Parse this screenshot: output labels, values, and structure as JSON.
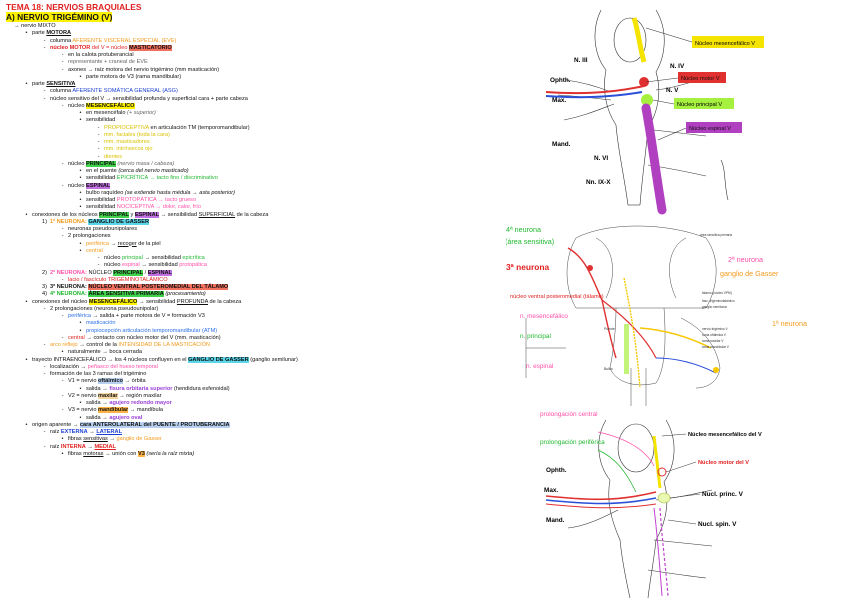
{
  "doc": {
    "title": "TEMA 18: NERVIOS BRAQUIALES",
    "heading": "A) NERVIO TRIGÉMINO (V)",
    "lines": [
      {
        "indent": 0,
        "bullet": "",
        "parts": [
          {
            "t": "→ nervio MIXTO"
          }
        ]
      },
      {
        "indent": 1,
        "bullet": "•",
        "parts": [
          {
            "t": "parte "
          },
          {
            "t": "MOTORA",
            "c": "b u"
          }
        ]
      },
      {
        "indent": 2,
        "bullet": "-",
        "parts": [
          {
            "t": "columna "
          },
          {
            "t": "AFERENTE VISCERAL ESPECIAL (EVE)",
            "c": "or"
          }
        ]
      },
      {
        "indent": 2,
        "bullet": "-",
        "parts": [
          {
            "t": "núcleo ",
            "c": "rd b"
          },
          {
            "t": "MOTOR",
            "c": "rd b"
          },
          {
            "t": " del V = ",
            "c": "rd"
          },
          {
            "t": "núcleo ",
            "c": "rd"
          },
          {
            "t": "MASTICATORIO",
            "c": "hr b"
          }
        ]
      },
      {
        "indent": 3,
        "bullet": "-",
        "parts": [
          {
            "t": "en la calota protuberancial"
          }
        ]
      },
      {
        "indent": 3,
        "bullet": "-",
        "parts": [
          {
            "t": "representante + craneal de EVE",
            "c": "gy"
          }
        ]
      },
      {
        "indent": 3,
        "bullet": "-",
        "parts": [
          {
            "t": "axones → raíz motora del nervio trigémino (mm masticación)"
          }
        ]
      },
      {
        "indent": 4,
        "bullet": "•",
        "parts": [
          {
            "t": "parte motora de V3 (rama mandibular)"
          }
        ]
      },
      {
        "indent": 1,
        "bullet": "•",
        "parts": [
          {
            "t": "parte "
          },
          {
            "t": "SENSITIVA",
            "c": "b u"
          }
        ]
      },
      {
        "indent": 2,
        "bullet": "-",
        "parts": [
          {
            "t": "columna "
          },
          {
            "t": "AFERENTE SOMÁTICA GENERAL (ASG)",
            "c": "bl"
          }
        ]
      },
      {
        "indent": 2,
        "bullet": "-",
        "parts": [
          {
            "t": "núcleo sensitivo del V → sensibilidad profunda y superficial cara + parte cabeza"
          }
        ]
      },
      {
        "indent": 3,
        "bullet": "-",
        "parts": [
          {
            "t": "núcleo "
          },
          {
            "t": "MESENCEFÁLICO",
            "c": "hy b"
          }
        ]
      },
      {
        "indent": 4,
        "bullet": "•",
        "parts": [
          {
            "t": "en mesencéfalo "
          },
          {
            "t": "(+ superior)",
            "c": "gy i"
          }
        ]
      },
      {
        "indent": 4,
        "bullet": "•",
        "parts": [
          {
            "t": "sensibilidad"
          }
        ]
      },
      {
        "indent": 5,
        "bullet": "-",
        "parts": [
          {
            "t": "PROPIOCEPTIVA",
            "c": "yl"
          },
          {
            "t": " en articulación TM (temporomandibular)"
          }
        ]
      },
      {
        "indent": 5,
        "bullet": "-",
        "parts": [
          {
            "t": "mm. faciales (toda la cara)",
            "c": "yl"
          }
        ]
      },
      {
        "indent": 5,
        "bullet": "-",
        "parts": [
          {
            "t": "mm. masticadores",
            "c": "yl"
          }
        ]
      },
      {
        "indent": 5,
        "bullet": "-",
        "parts": [
          {
            "t": "mm. intrínsecos ojo",
            "c": "yl"
          }
        ]
      },
      {
        "indent": 5,
        "bullet": "-",
        "parts": [
          {
            "t": "dientes",
            "c": "yl"
          }
        ]
      },
      {
        "indent": 3,
        "bullet": "-",
        "parts": [
          {
            "t": "núcleo "
          },
          {
            "t": "PRINCIPAL",
            "c": "hg b"
          },
          {
            "t": " (nervio masa / cabeza)",
            "c": "gy i"
          }
        ]
      },
      {
        "indent": 4,
        "bullet": "•",
        "parts": [
          {
            "t": "en el puente "
          },
          {
            "t": "(cerca del nervio masticado)",
            "c": "i"
          }
        ]
      },
      {
        "indent": 4,
        "bullet": "•",
        "parts": [
          {
            "t": "sensibilidad "
          },
          {
            "t": "EPICRÍTICA → tacto fino / discriminativo",
            "c": "gr"
          }
        ]
      },
      {
        "indent": 3,
        "bullet": "-",
        "parts": [
          {
            "t": "núcleo "
          },
          {
            "t": "ESPINAL",
            "c": "hp b"
          }
        ]
      },
      {
        "indent": 4,
        "bullet": "•",
        "parts": [
          {
            "t": "bulbo raquídeo "
          },
          {
            "t": "(se extiende hasta médula → asta posterior)",
            "c": "i"
          }
        ]
      },
      {
        "indent": 4,
        "bullet": "•",
        "parts": [
          {
            "t": "sensibilidad "
          },
          {
            "t": "PROTOPÁTICA → tacto grueso",
            "c": "pk"
          }
        ]
      },
      {
        "indent": 4,
        "bullet": "•",
        "parts": [
          {
            "t": "sensibilidad "
          },
          {
            "t": "NOCICEPTIVA → dolor, calor, frío",
            "c": "pk"
          }
        ]
      },
      {
        "indent": 1,
        "bullet": "•",
        "parts": [
          {
            "t": "conexiones de los núcleos "
          },
          {
            "t": "PRINCIPAL",
            "c": "hg b"
          },
          {
            "t": " y "
          },
          {
            "t": "ESPINAL",
            "c": "hp b"
          },
          {
            "t": " → sensibilidad "
          },
          {
            "t": "SUPERFICIAL",
            "c": "u"
          },
          {
            "t": " de la cabeza"
          }
        ]
      },
      {
        "indent": 2,
        "bullet": "1)",
        "parts": [
          {
            "t": "1ª NEURONA: ",
            "c": "or b"
          },
          {
            "t": "GANGLIO DE GASSER",
            "c": "hc b"
          }
        ]
      },
      {
        "indent": 3,
        "bullet": "-",
        "parts": [
          {
            "t": "neuronas pseudounipolares"
          }
        ]
      },
      {
        "indent": 3,
        "bullet": "-",
        "parts": [
          {
            "t": "2 prolongaciones"
          }
        ]
      },
      {
        "indent": 4,
        "bullet": "•",
        "parts": [
          {
            "t": "periférica",
            "c": "or"
          },
          {
            "t": " → "
          },
          {
            "t": "recoger",
            "c": "u"
          },
          {
            "t": " de la piel"
          }
        ]
      },
      {
        "indent": 4,
        "bullet": "•",
        "parts": [
          {
            "t": "central",
            "c": "or"
          }
        ]
      },
      {
        "indent": 5,
        "bullet": "-",
        "parts": [
          {
            "t": "núcleo "
          },
          {
            "t": "principal",
            "c": "gr"
          },
          {
            "t": " → sensibilidad "
          },
          {
            "t": "epicrítica",
            "c": "gr"
          }
        ]
      },
      {
        "indent": 5,
        "bullet": "-",
        "parts": [
          {
            "t": "núcleo "
          },
          {
            "t": "espinal",
            "c": "pk"
          },
          {
            "t": " → sensibilidad "
          },
          {
            "t": "protopática",
            "c": "pk"
          }
        ]
      },
      {
        "indent": 2,
        "bullet": "2)",
        "parts": [
          {
            "t": "2ª NEURONA: ",
            "c": "pk b"
          },
          {
            "t": "NÚCLEO "
          },
          {
            "t": "PRINCIPAL",
            "c": "hg b"
          },
          {
            "t": " / "
          },
          {
            "t": "ESPINAL",
            "c": "hp b"
          }
        ]
      },
      {
        "indent": 3,
        "bullet": "-",
        "parts": [
          {
            "t": "lacio / fascículo TRIGÉMINOTALÁMICO",
            "c": "rd"
          }
        ]
      },
      {
        "indent": 2,
        "bullet": "3)",
        "parts": [
          {
            "t": "3ª NEURONA: ",
            "c": "b"
          },
          {
            "t": "NÚCLEO VENTRAL POSTEROMEDIAL DEL TÁLAMO",
            "c": "hr b"
          }
        ]
      },
      {
        "indent": 2,
        "bullet": "4)",
        "parts": [
          {
            "t": "4ª NEURONA: ",
            "c": "gr b"
          },
          {
            "t": "ÁREA SENSITIVA PRIMARIA",
            "c": "hg b"
          },
          {
            "t": " (procesamiento)",
            "c": "i"
          }
        ]
      },
      {
        "indent": 1,
        "bullet": "•",
        "parts": [
          {
            "t": "conexiones del núcleo "
          },
          {
            "t": "MESENCEFÁLICO",
            "c": "hy b"
          },
          {
            "t": " → sensibilidad "
          },
          {
            "t": "PROFUNDA",
            "c": "u"
          },
          {
            "t": " de la cabeza"
          }
        ]
      },
      {
        "indent": 2,
        "bullet": "-",
        "parts": [
          {
            "t": "2 prolongaciones (neurona pseudounipolar)"
          }
        ]
      },
      {
        "indent": 3,
        "bullet": "-",
        "parts": [
          {
            "t": "periférica",
            "c": "bl2"
          },
          {
            "t": " → salida + parte motora de V = formación V3"
          }
        ]
      },
      {
        "indent": 4,
        "bullet": "•",
        "parts": [
          {
            "t": "masticación",
            "c": "bl2"
          }
        ]
      },
      {
        "indent": 4,
        "bullet": "•",
        "parts": [
          {
            "t": "propiocepción articulación temporomandibular (ATM)",
            "c": "bl2"
          }
        ]
      },
      {
        "indent": 3,
        "bullet": "-",
        "parts": [
          {
            "t": "central",
            "c": "rd"
          },
          {
            "t": " → contacto con núcleo motor del V (mm. masticación)"
          }
        ]
      },
      {
        "indent": 2,
        "bullet": "-",
        "parts": [
          {
            "t": "arco reflejo",
            "c": "or"
          },
          {
            "t": " → control de la "
          },
          {
            "t": "INTENSIDAD DE LA MASTICACIÓN",
            "c": "or"
          }
        ]
      },
      {
        "indent": 3,
        "bullet": "•",
        "parts": [
          {
            "t": "naturalmente → boca cerrada"
          }
        ]
      },
      {
        "indent": 1,
        "bullet": "•",
        "parts": [
          {
            "t": "trayecto INTRAENCEFÁLICO → los 4 núcleos confluyen en el "
          },
          {
            "t": "GANGLIO DE GASSER",
            "c": "hc b"
          },
          {
            "t": " (ganglio semilunar)"
          }
        ]
      },
      {
        "indent": 2,
        "bullet": "-",
        "parts": [
          {
            "t": "localización → "
          },
          {
            "t": "peñasco del hueso temporal",
            "c": "pk"
          }
        ]
      },
      {
        "indent": 2,
        "bullet": "-",
        "parts": [
          {
            "t": "formación de las 3 ramas del trigémino"
          }
        ]
      },
      {
        "indent": 3,
        "bullet": "-",
        "parts": [
          {
            "t": "V1 = nervio "
          },
          {
            "t": "oftálmico",
            "c": "hb b"
          },
          {
            "t": " → órbita"
          }
        ]
      },
      {
        "indent": 4,
        "bullet": "•",
        "parts": [
          {
            "t": "salida → "
          },
          {
            "t": "fisura orbitaria superior",
            "c": "pu b"
          },
          {
            "t": " (hendidura esfenoidal)"
          }
        ]
      },
      {
        "indent": 3,
        "bullet": "-",
        "parts": [
          {
            "t": "V2 = nervio "
          },
          {
            "t": "maxilar",
            "c": "ha b"
          },
          {
            "t": " → región maxilar"
          }
        ]
      },
      {
        "indent": 4,
        "bullet": "•",
        "parts": [
          {
            "t": "salida → "
          },
          {
            "t": "agujero redondo mayor",
            "c": "pu b"
          }
        ]
      },
      {
        "indent": 3,
        "bullet": "-",
        "parts": [
          {
            "t": "V3 = nervio "
          },
          {
            "t": "mandibular",
            "c": "ho b"
          },
          {
            "t": " → mandíbula"
          }
        ]
      },
      {
        "indent": 4,
        "bullet": "•",
        "parts": [
          {
            "t": "salida → "
          },
          {
            "t": "agujero oval",
            "c": "pu b"
          }
        ]
      },
      {
        "indent": 1,
        "bullet": "•",
        "parts": [
          {
            "t": "origen aparente → "
          },
          {
            "t": "cara ANTEROLATERAL del PUENTE / PROTUBERANCIA",
            "c": "hb b"
          }
        ]
      },
      {
        "indent": 2,
        "bullet": "-",
        "parts": [
          {
            "t": "raíz "
          },
          {
            "t": "EXTERNA",
            "c": "bl b"
          },
          {
            "t": " → "
          },
          {
            "t": "LATERAL",
            "c": "bl b u"
          }
        ]
      },
      {
        "indent": 3,
        "bullet": "•",
        "parts": [
          {
            "t": "fibras "
          },
          {
            "t": "sensitivas",
            "c": "u"
          },
          {
            "t": " → "
          },
          {
            "t": "ganglio de Gasser",
            "c": "or"
          }
        ]
      },
      {
        "indent": 2,
        "bullet": "-",
        "parts": [
          {
            "t": "raíz "
          },
          {
            "t": "INTERNA",
            "c": "rd b"
          },
          {
            "t": " → "
          },
          {
            "t": "MEDIAL",
            "c": "rd b u"
          }
        ]
      },
      {
        "indent": 3,
        "bullet": "•",
        "parts": [
          {
            "t": "fibras "
          },
          {
            "t": "motoras",
            "c": "u"
          },
          {
            "t": " → unión con "
          },
          {
            "t": "V3",
            "c": "ho b"
          },
          {
            "t": " (sería la raíz mixta)",
            "c": "i"
          }
        ]
      }
    ]
  },
  "fig1": {
    "labels": {
      "n3": "N. III",
      "n4": "N. IV",
      "n5": "N. V",
      "ophth": "Ophth.",
      "max": "Max.",
      "mand": "Mand.",
      "n6": "N. VI",
      "n9": "Nn. IX-X",
      "mesenc": "Núcleo mesencefálico V",
      "motor": "Núcleo motor V",
      "princ": "Núcleo principal V",
      "espinal": "Núcleo espinal V"
    }
  },
  "fig2": {
    "labels": {
      "n4": "4ª neurona",
      "area": "(área sensitiva)",
      "n3": "3ª neurona",
      "vpm": "núcleo ventral posteromedial (tálamo)",
      "mes": "n. mesencefálico",
      "princ": "n. principal",
      "esp": "n. espinal",
      "n2": "2ª neurona",
      "gasser": "ganglio de Gasser",
      "n1": "1ª neurona",
      "r1": "área sensitiva primaria",
      "r2": "tálamo (núcleo VPM)",
      "r3": "fasc. trigeminotalámico",
      "r4": "ganglio semilunar",
      "r5": "nervio trigémino V",
      "r6": "rama oftálmica V",
      "r7": "rama maxilar V",
      "r8": "rama mandibular V",
      "puente": "Puente",
      "bulbo": "Bulbo"
    }
  },
  "fig3": {
    "labels": {
      "central": "prolongación central",
      "periferica": "prolongación periférica",
      "ophth": "Ophth.",
      "max": "Max.",
      "mand": "Mand.",
      "mesenc": "Núcleo mesencefálico del V",
      "motor": "Núcleo motor del V",
      "princ": "Nucl. princ. V",
      "spin": "Nucl. spin. V"
    }
  }
}
